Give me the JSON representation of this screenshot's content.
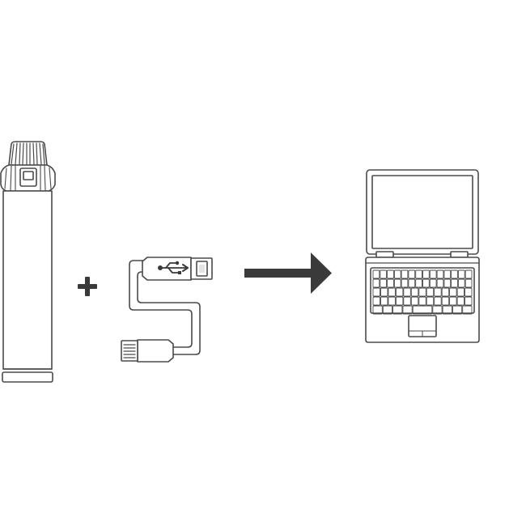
{
  "diagram": {
    "steps": [
      {
        "icon": "device-icon",
        "role": "device"
      },
      {
        "icon": "plus-icon",
        "role": "operator"
      },
      {
        "icon": "usb-cable-icon",
        "role": "cable"
      },
      {
        "icon": "arrow-right-icon",
        "role": "connector"
      },
      {
        "icon": "laptop-icon",
        "role": "computer"
      }
    ],
    "colors": {
      "line": "#4a4a4a",
      "fill": "#ffffff",
      "accent": "#3a3a3a"
    }
  }
}
